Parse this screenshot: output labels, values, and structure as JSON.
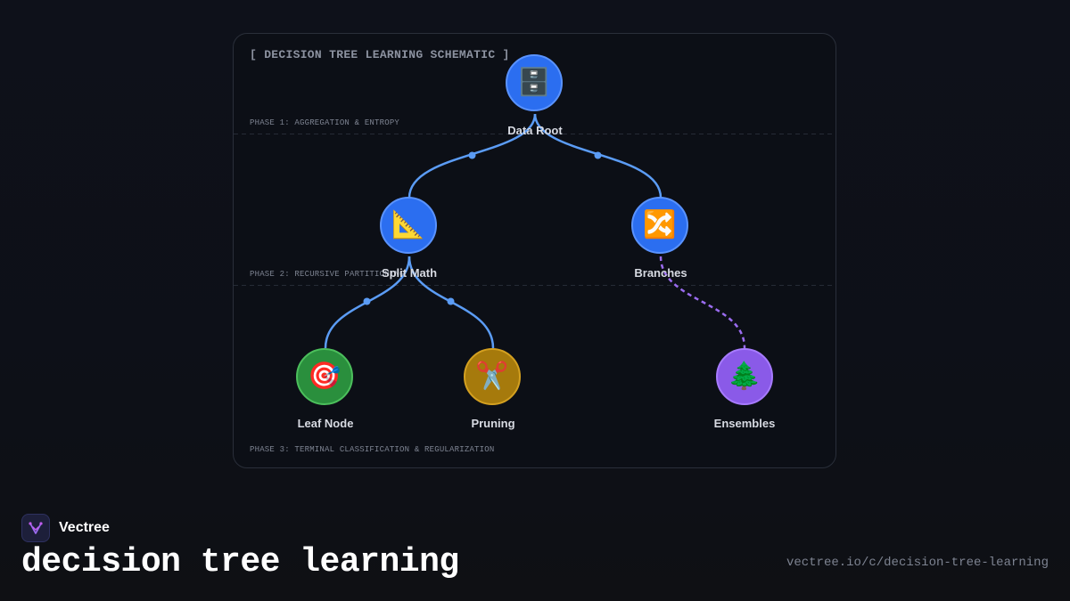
{
  "diagram": {
    "title": "[ DECISION TREE LEARNING SCHEMATIC ]",
    "phases": [
      "PHASE 1: AGGREGATION & ENTROPY",
      "PHASE 2: RECURSIVE PARTITIONING",
      "PHASE 3: TERMINAL CLASSIFICATION & REGULARIZATION"
    ],
    "nodes": [
      {
        "id": "data-root",
        "label": "Data Root",
        "icon": "🗄️",
        "icon_name": "file-cabinet-icon",
        "color": "#2b6ef0"
      },
      {
        "id": "split-math",
        "label": "Split Math",
        "icon": "📐",
        "icon_name": "triangular-ruler-icon",
        "color": "#2b6ef0"
      },
      {
        "id": "branches",
        "label": "Branches",
        "icon": "🔀",
        "icon_name": "shuffle-arrows-icon",
        "color": "#2b6ef0"
      },
      {
        "id": "leaf-node",
        "label": "Leaf Node",
        "icon": "🎯",
        "icon_name": "target-icon",
        "color": "#2a8f3d"
      },
      {
        "id": "pruning",
        "label": "Pruning",
        "icon": "✂️",
        "icon_name": "scissors-icon",
        "color": "#a67a0c"
      },
      {
        "id": "ensembles",
        "label": "Ensembles",
        "icon": "🌲",
        "icon_name": "evergreen-tree-icon",
        "color": "#8a5ae8"
      }
    ],
    "edges": [
      {
        "from": "data-root",
        "to": "split-math",
        "style": "solid",
        "color": "#5b9cf5"
      },
      {
        "from": "data-root",
        "to": "branches",
        "style": "solid",
        "color": "#5b9cf5"
      },
      {
        "from": "split-math",
        "to": "leaf-node",
        "style": "solid",
        "color": "#5b9cf5"
      },
      {
        "from": "split-math",
        "to": "pruning",
        "style": "solid",
        "color": "#5b9cf5"
      },
      {
        "from": "branches",
        "to": "ensembles",
        "style": "dashed",
        "color": "#9b6cf0"
      }
    ]
  },
  "footer": {
    "brand_name": "Vectree",
    "brand_logo_icon": "vectree-logo-icon",
    "title": "decision tree learning",
    "url": "vectree.io/c/decision-tree-learning"
  }
}
